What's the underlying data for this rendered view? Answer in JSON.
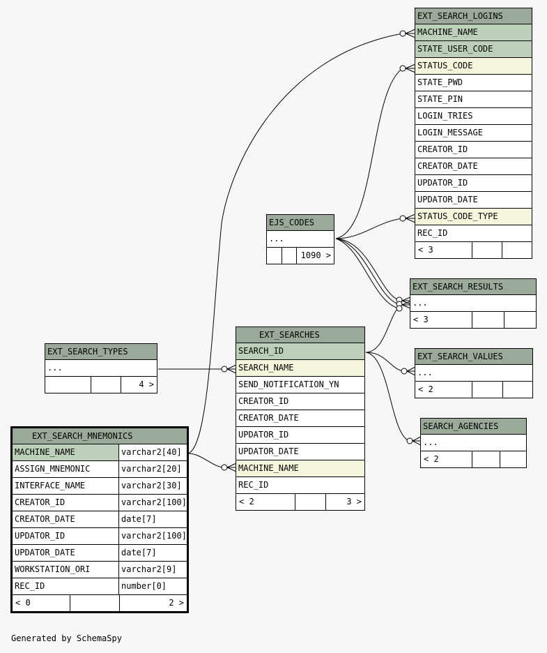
{
  "tables": {
    "ext_search_logins": {
      "name": "EXT_SEARCH_LOGINS",
      "columns": [
        "MACHINE_NAME",
        "STATE_USER_CODE",
        "STATUS_CODE",
        "STATE_PWD",
        "STATE_PIN",
        "LOGIN_TRIES",
        "LOGIN_MESSAGE",
        "CREATOR_ID",
        "CREATOR_DATE",
        "UPDATOR_ID",
        "UPDATOR_DATE",
        "STATUS_CODE_TYPE",
        "REC_ID"
      ],
      "footer": {
        "parents": "< 3",
        "mid": "",
        "children": ""
      }
    },
    "ejs_codes": {
      "name": "EJS_CODES",
      "columns": [
        "..."
      ],
      "footer": {
        "parents": "",
        "mid": "",
        "children": "1090 >"
      }
    },
    "ext_search_results": {
      "name": "EXT_SEARCH_RESULTS",
      "columns": [
        "..."
      ],
      "footer": {
        "parents": "< 3",
        "mid": "",
        "children": ""
      }
    },
    "ext_searches": {
      "name": "EXT_SEARCHES",
      "columns": [
        "SEARCH_ID",
        "SEARCH_NAME",
        "SEND_NOTIFICATION_YN",
        "CREATOR_ID",
        "CREATOR_DATE",
        "UPDATOR_ID",
        "UPDATOR_DATE",
        "MACHINE_NAME",
        "REC_ID"
      ],
      "footer": {
        "parents": "< 2",
        "mid": "",
        "children": "3 >"
      }
    },
    "ext_search_values": {
      "name": "EXT_SEARCH_VALUES",
      "columns": [
        "..."
      ],
      "footer": {
        "parents": "< 2",
        "mid": "",
        "children": ""
      }
    },
    "ext_search_types": {
      "name": "EXT_SEARCH_TYPES",
      "columns": [
        "..."
      ],
      "footer": {
        "parents": "",
        "mid": "",
        "children": "4 >"
      }
    },
    "search_agencies": {
      "name": "SEARCH_AGENCIES",
      "columns": [
        "..."
      ],
      "footer": {
        "parents": "< 2",
        "mid": "",
        "children": ""
      }
    },
    "ext_search_mnemonics": {
      "name": "EXT_SEARCH_MNEMONICS",
      "columns": [
        {
          "name": "MACHINE_NAME",
          "type": "varchar2[40]"
        },
        {
          "name": "ASSIGN_MNEMONIC",
          "type": "varchar2[20]"
        },
        {
          "name": "INTERFACE_NAME",
          "type": "varchar2[30]"
        },
        {
          "name": "CREATOR_ID",
          "type": "varchar2[100]"
        },
        {
          "name": "CREATOR_DATE",
          "type": "date[7]"
        },
        {
          "name": "UPDATOR_ID",
          "type": "varchar2[100]"
        },
        {
          "name": "UPDATOR_DATE",
          "type": "date[7]"
        },
        {
          "name": "WORKSTATION_ORI",
          "type": "varchar2[9]"
        },
        {
          "name": "REC_ID",
          "type": "number[0]"
        }
      ],
      "footer": {
        "parents": "< 0",
        "mid": "",
        "children": "2 >"
      }
    }
  },
  "footer_note": "Generated by SchemaSpy",
  "colors": {
    "header": "#9aa99a",
    "primary_key": "#bccfb8",
    "foreign_key": "#f5f6dc",
    "background": "#f7f7f7"
  }
}
